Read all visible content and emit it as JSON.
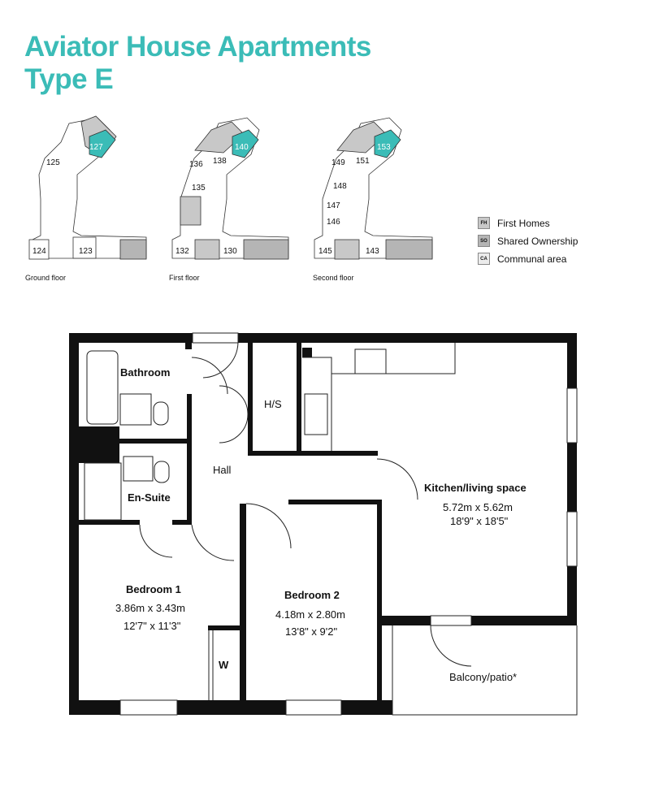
{
  "title": {
    "line1": "Aviator House Apartments",
    "line2": "Type E"
  },
  "key_plans": [
    {
      "floor": "Ground floor",
      "units": [
        "127",
        "125",
        "124",
        "123"
      ],
      "highlight": "127"
    },
    {
      "floor": "First floor",
      "units": [
        "140",
        "136",
        "138",
        "135",
        "132",
        "130"
      ],
      "highlight": "140"
    },
    {
      "floor": "Second floor",
      "units": [
        "153",
        "149",
        "151",
        "148",
        "147",
        "146",
        "145",
        "143"
      ],
      "highlight": "153"
    }
  ],
  "legend": [
    {
      "code": "FH",
      "label": "First Homes",
      "color": "#c8c8c8"
    },
    {
      "code": "SO",
      "label": "Shared Ownership",
      "color": "#b5b5b5"
    },
    {
      "code": "CA",
      "label": "Communal area",
      "color": "#ececec"
    }
  ],
  "colors": {
    "accent": "#3bbcb7"
  },
  "rooms": {
    "bathroom": "Bathroom",
    "hs": "H/S",
    "hall": "Hall",
    "ensuite": "En-Suite",
    "w": "W",
    "kitchen": {
      "name": "Kitchen/living space",
      "metric": "5.72m x 5.62m",
      "imperial": "18'9\" x 18'5\""
    },
    "bedroom1": {
      "name": "Bedroom 1",
      "metric": "3.86m x 3.43m",
      "imperial": "12'7\" x 11'3\""
    },
    "bedroom2": {
      "name": "Bedroom 2",
      "metric": "4.18m x 2.80m",
      "imperial": "13'8\" x 9'2\""
    },
    "balcony": "Balcony/patio*"
  }
}
